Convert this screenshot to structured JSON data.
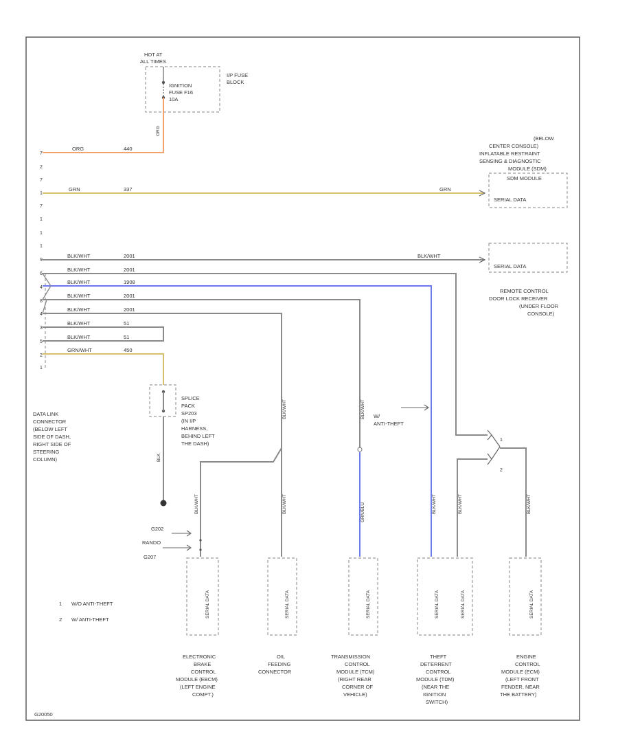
{
  "colors": {
    "orange": "#f3a26c",
    "yellow": "#d6bf6d",
    "gray": "#8a8a8a",
    "blue": "#6c78ee",
    "frame": "#666666",
    "box": "#9a9a9a",
    "text": "#333333"
  },
  "fuse": {
    "hot": [
      "HOT AT",
      "ALL TIMES"
    ],
    "fuse_name": [
      "IGNITION",
      "FUSE F16",
      "10A"
    ],
    "block": [
      "I/P FUSE",
      "BLOCK"
    ],
    "wire_color": "ORG"
  },
  "dlc": {
    "pins": [
      "7",
      "2",
      "7",
      "1",
      "7",
      "1",
      "1",
      "1",
      "9",
      "6",
      "4",
      "8",
      "4",
      "3",
      "5",
      "2",
      "1"
    ],
    "label": [
      "DATA LINK",
      "CONNECTOR",
      "(BELOW LEFT",
      "SIDE OF DASH,",
      "RIGHT SIDE OF",
      "STEERING",
      "COLUMN)"
    ]
  },
  "wires": {
    "orange": {
      "color": "ORG",
      "circuit": "440"
    },
    "yellow": {
      "color": "GRN",
      "circuit": "337",
      "end_color": "GRN"
    },
    "gray": [
      {
        "color": "BLK/WHT",
        "circuit": "2001",
        "end_color": "BLK/WHT"
      },
      {
        "color": "BLK/WHT",
        "circuit": "2001"
      },
      {
        "color": "BLK/WHT",
        "circuit": "1908"
      },
      {
        "color": "BLK/WHT",
        "circuit": "2001"
      },
      {
        "color": "BLK/WHT",
        "circuit": "2001"
      },
      {
        "color": "BLK/WHT",
        "circuit": "51"
      },
      {
        "color": "BLK/WHT",
        "circuit": "51"
      },
      {
        "color": "GRN/WHT",
        "circuit": "450"
      }
    ]
  },
  "sdm": {
    "location": [
      "(BELOW",
      "CENTER CONSOLE)",
      "INFLATABLE RESTRAINT",
      "SENSING & DIAGNOSTIC",
      "MODULE (SDM)"
    ],
    "name": "SDM MODULE",
    "signal": "SERIAL DATA"
  },
  "remote": {
    "signal": "SERIAL DATA",
    "label": [
      "REMOTE CONTROL",
      "DOOR LOCK RECEIVER",
      "(UNDER FLOOR",
      "CONSOLE)"
    ]
  },
  "splice": {
    "label": [
      "SPLICE",
      "PACK",
      "SP203",
      "(IN I/P",
      "HARNESS,",
      "BEHIND LEFT",
      "THE DASH)"
    ],
    "wire_color": "BLK"
  },
  "ground": {
    "labels": [
      "G202",
      "RANDO",
      "G207"
    ]
  },
  "anti_theft": {
    "label": [
      "W/",
      "ANTI-THEFT"
    ],
    "switch_marks": [
      "1",
      "2"
    ]
  },
  "legend": [
    {
      "key": "1",
      "text": "W/O ANTI-THEFT"
    },
    {
      "key": "2",
      "text": "W/ ANTI-THEFT"
    }
  ],
  "drops": {
    "ebcm": "BLK/WHT",
    "oil": "BLK/WHT",
    "tcm": "BLK/WHT",
    "tcm_low": "GRN/BLU",
    "theft_blue": "BLK/WHT",
    "theft_gray": "BLK/WHT",
    "ecm": "BLK/WHT"
  },
  "modules": [
    {
      "id": "ebcm",
      "signal": "SERIAL DATA",
      "label": [
        "ELECTRONIC",
        "BRAKE",
        "CONTROL",
        "MODULE (EBCM)",
        "(LEFT ENGINE",
        "COMPT.)"
      ]
    },
    {
      "id": "oil",
      "signal": "SERIAL DATA",
      "label": [
        "OIL",
        "FEEDING",
        "CONNECTOR"
      ]
    },
    {
      "id": "tcm",
      "signal": "SERIAL DATA",
      "label": [
        "TRANSMISSION",
        "CONTROL",
        "MODULE (TCM)",
        "(RIGHT REAR",
        "CORNER OF",
        "VEHICLE)"
      ]
    },
    {
      "id": "theft",
      "signals": [
        "SERIAL DATA",
        "SERIAL DATA"
      ],
      "label": [
        "THEFT",
        "DETERRENT",
        "CONTROL",
        "MODULE (TDM)",
        "(NEAR THE",
        "IGNITION",
        "SWITCH)"
      ]
    },
    {
      "id": "ecm",
      "signal": "SERIAL DATA",
      "label": [
        "ENGINE",
        "CONTROL",
        "MODULE (ECM)",
        "(LEFT FRONT",
        "FENDER, NEAR",
        "THE BATTERY)"
      ]
    }
  ],
  "footer_code": "G20050"
}
